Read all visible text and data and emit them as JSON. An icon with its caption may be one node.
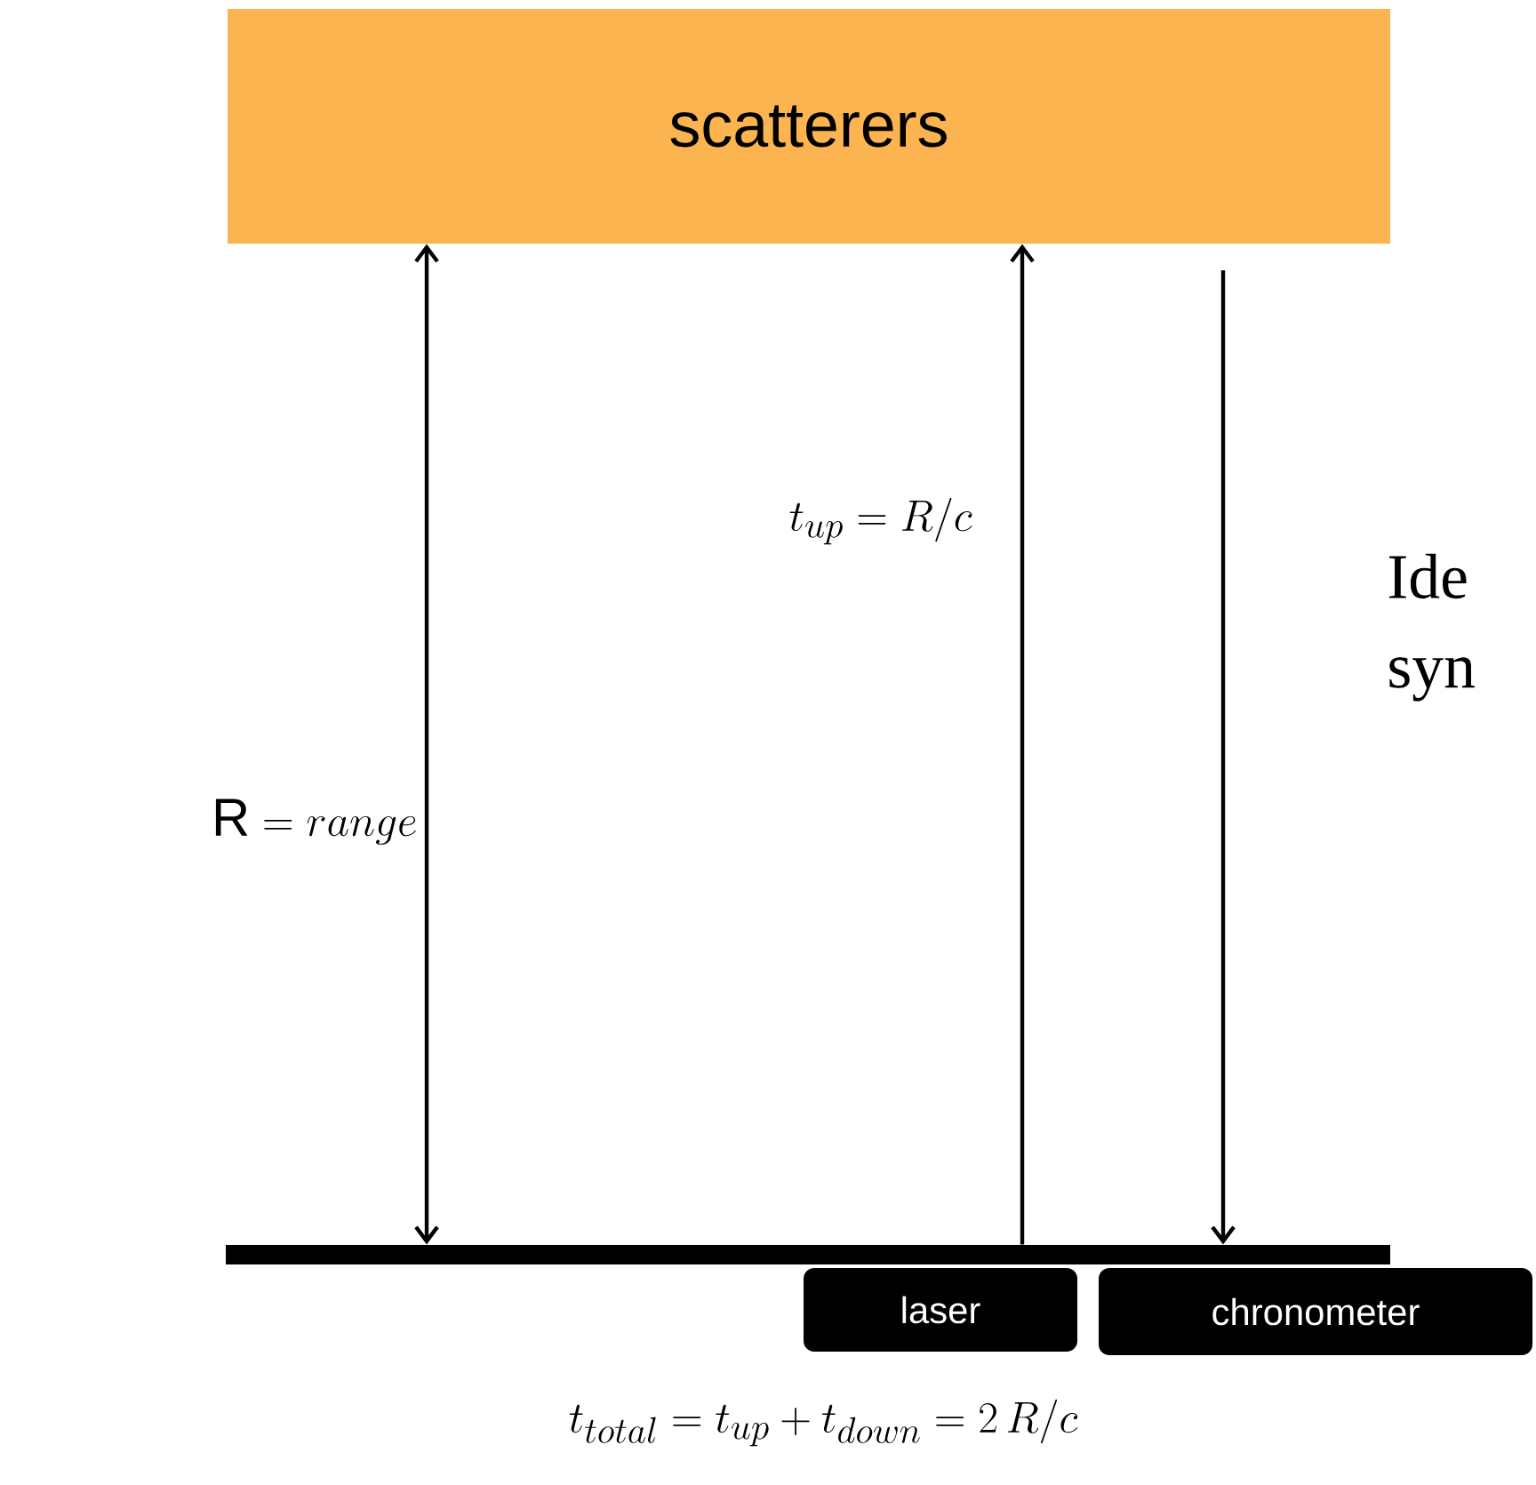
{
  "diagram": {
    "nodes": [
      {
        "text": [
          "scatterers"
        ]
      },
      {
        "text": [],
        "shape": "bar"
      },
      {
        "text": [
          "laser"
        ]
      },
      {
        "text": [
          "chronometer"
        ]
      }
    ],
    "edges": [
      {
        "from": 1,
        "to": 0,
        "arrow": "both",
        "label": "\\mathrm{R} = range"
      },
      {
        "from": 1,
        "to": 0,
        "arrow": "to",
        "label": "t_{up} = R/c"
      },
      {
        "from": 0,
        "to": 1,
        "arrow": "to"
      }
    ],
    "labels": [
      "t_{total} = t_{up} + t_{down} = 2\\,R/c",
      "Ide",
      "syn"
    ]
  }
}
